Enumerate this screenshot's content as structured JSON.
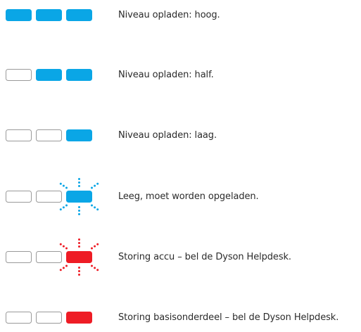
{
  "colors": {
    "on_blue": "#0aa6e6",
    "on_red": "#ee1c25",
    "off_border": "#9a9a9a"
  },
  "statuses": [
    {
      "segments": [
        "on",
        "on",
        "on"
      ],
      "color": "#0aa6e6",
      "flashing": false,
      "text": "Niveau opladen: hoog."
    },
    {
      "segments": [
        "off",
        "on",
        "on"
      ],
      "color": "#0aa6e6",
      "flashing": false,
      "text": "Niveau opladen: half."
    },
    {
      "segments": [
        "off",
        "off",
        "on"
      ],
      "color": "#0aa6e6",
      "flashing": false,
      "text": "Niveau opladen: laag."
    },
    {
      "segments": [
        "off",
        "off",
        "on"
      ],
      "color": "#0aa6e6",
      "flashing": true,
      "text": "Leeg, moet worden opgeladen."
    },
    {
      "segments": [
        "off",
        "off",
        "on"
      ],
      "color": "#ee1c25",
      "flashing": true,
      "text": "Storing accu – bel de Dyson Helpdesk."
    },
    {
      "segments": [
        "off",
        "off",
        "on"
      ],
      "color": "#ee1c25",
      "flashing": false,
      "text": "Storing basisonderdeel – bel de Dyson Helpdesk."
    }
  ]
}
